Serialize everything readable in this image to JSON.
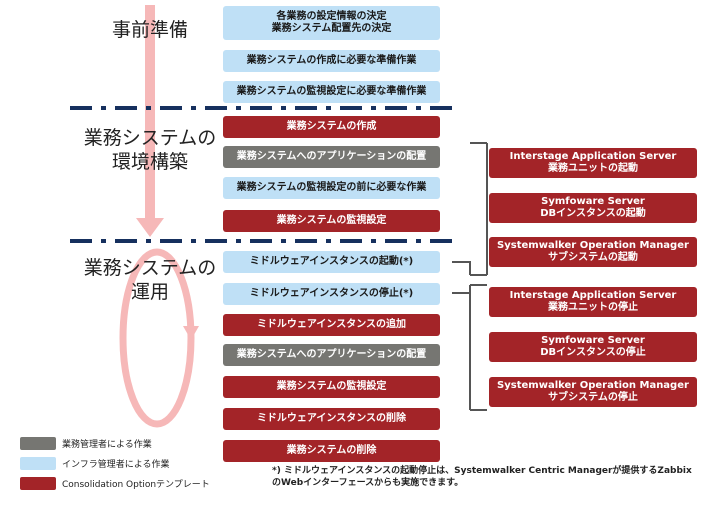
{
  "phases": {
    "prep": "事前準備",
    "build_line1": "業務システムの",
    "build_line2": "環境構築",
    "ops_line1": "業務システムの",
    "ops_line2": "運用"
  },
  "steps": [
    {
      "line1": "各業務の設定情報の決定",
      "line2": "業務システム配置先の決定",
      "kind": "light"
    },
    {
      "line1": "業務システムの作成に必要な準備作業",
      "line2": "",
      "kind": "light"
    },
    {
      "line1": "業務システムの監視設定に必要な準備作業",
      "line2": "",
      "kind": "light"
    },
    {
      "line1": "業務システムの作成",
      "line2": "",
      "kind": "red"
    },
    {
      "line1": "業務システムへのアプリケーションの配置",
      "line2": "",
      "kind": "gray"
    },
    {
      "line1": "業務システムの監視設定の前に必要な作業",
      "line2": "",
      "kind": "light"
    },
    {
      "line1": "業務システムの監視設定",
      "line2": "",
      "kind": "red"
    },
    {
      "line1": "ミドルウェアインスタンスの起動(*)",
      "line2": "",
      "kind": "light"
    },
    {
      "line1": "ミドルウェアインスタンスの停止(*)",
      "line2": "",
      "kind": "light"
    },
    {
      "line1": "ミドルウェアインスタンスの追加",
      "line2": "",
      "kind": "red"
    },
    {
      "line1": "業務システムへのアプリケーションの配置",
      "line2": "",
      "kind": "gray"
    },
    {
      "line1": "業務システムの監視設定",
      "line2": "",
      "kind": "red"
    },
    {
      "line1": "ミドルウェアインスタンスの削除",
      "line2": "",
      "kind": "red"
    },
    {
      "line1": "業務システムの削除",
      "line2": "",
      "kind": "red"
    }
  ],
  "start_products": [
    {
      "line1": "Interstage Application Server",
      "line2": "業務ユニットの起動"
    },
    {
      "line1": "Symfoware Server",
      "line2": "DBインスタンスの起動"
    },
    {
      "line1": "Systemwalker Operation Manager",
      "line2": "サブシステムの起動"
    }
  ],
  "stop_products": [
    {
      "line1": "Interstage Application Server",
      "line2": "業務ユニットの停止"
    },
    {
      "line1": "Symfoware Server",
      "line2": "DBインスタンスの停止"
    },
    {
      "line1": "Systemwalker Operation Manager",
      "line2": "サブシステムの停止"
    }
  ],
  "legend": [
    {
      "label": "業務管理者による作業",
      "color": "#767672"
    },
    {
      "label": "インフラ管理者による作業",
      "color": "#bfe0f6"
    },
    {
      "label": "Consolidation Optionテンプレート",
      "color": "#a32428"
    }
  ],
  "footnote": {
    "line1": "*) ミドルウェアインスタンスの起動停止は、Systemwalker  Centric Managerが提供するZabbix",
    "line2": "のWebインターフェースからも実施できます。"
  },
  "colors": {
    "light": "#bfe0f6",
    "red": "#a32428",
    "gray": "#767672",
    "arrow": "#f6b8b8",
    "divider": "#16305e"
  }
}
